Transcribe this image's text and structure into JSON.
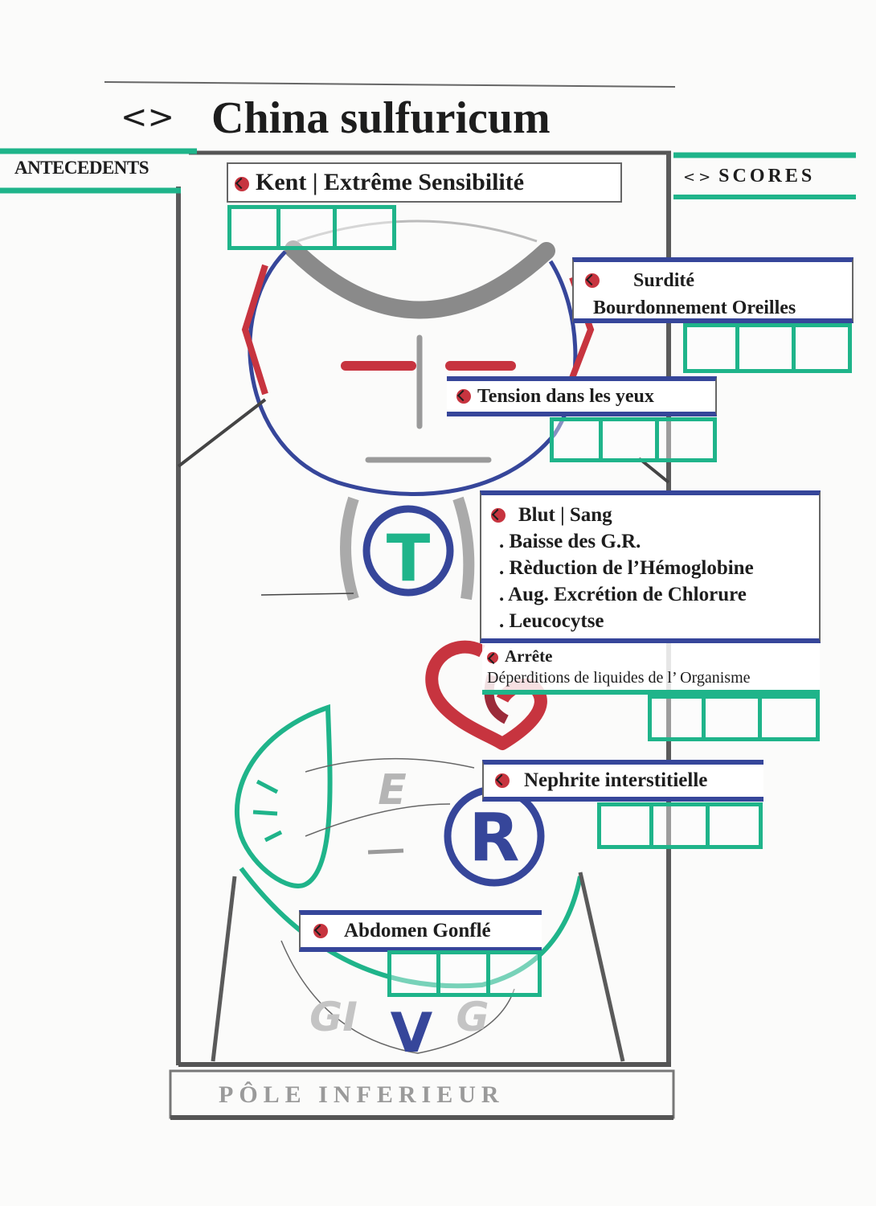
{
  "title": {
    "symbol": "<>",
    "name": "China sulfuricum"
  },
  "headers": {
    "antecedents": "ANTECEDENTS",
    "scores_symbol": "<>",
    "scores": "SCORES",
    "pole": "PÔLE INFERIEUR"
  },
  "labels": {
    "kent": "Kent | Extrême Sensibilité",
    "surdite": "Surdité",
    "bourdonnement": "Bourdonnement Oreilles",
    "tension": "Tension dans les yeux",
    "blut_symbol": "<>",
    "blut": "Blut  | Sang",
    "blut_items": [
      ". Baisse des G.R.",
      ". Rèduction de l’Hémoglobine",
      ". Aug. Excrétion de Chlorure",
      ". Leucocytse"
    ],
    "arrete": "Arrête",
    "deperdition": "Déperditions de liquides de l’ Organisme",
    "nephrite": "Nephrite  interstitielle",
    "abdomen": "Abdomen  Gonflé"
  },
  "organ_letters": {
    "t": "T",
    "e": "E",
    "r": "R",
    "gi": "GI",
    "v": "V",
    "g": "G"
  },
  "score_grids": [
    "kent",
    "surdite",
    "tension",
    "arrete",
    "nephrite",
    "abdomen"
  ],
  "colors": {
    "green": "#1fb48a",
    "blue": "#36469a",
    "red": "#c7343f",
    "grey": "#8e8e8e",
    "dark_red": "#9b2b3a"
  }
}
